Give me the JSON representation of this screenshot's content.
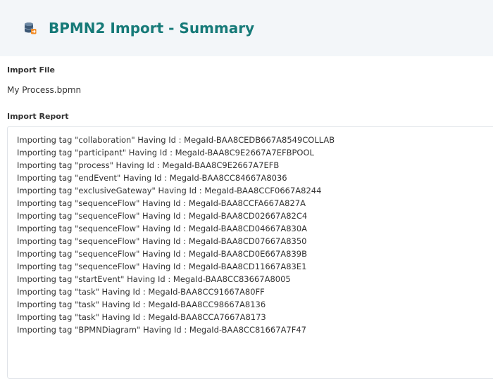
{
  "header": {
    "title": "BPMN2 Import - Summary",
    "icon": "database-import-icon",
    "title_color": "#167a78",
    "background": "#f3f6f9"
  },
  "import_file": {
    "label": "Import File",
    "value": "My Process.bpmn"
  },
  "import_report": {
    "label": "Import Report",
    "lines": [
      "Importing tag \"collaboration\" Having Id : MegaId-BAA8CEDB667A8549COLLAB",
      "Importing tag \"participant\" Having Id : MegaId-BAA8C9E2667A7EFBPOOL",
      "Importing tag \"process\" Having Id : MegaId-BAA8C9E2667A7EFB",
      "Importing tag \"endEvent\" Having Id : MegaId-BAA8CC84667A8036",
      "Importing tag \"exclusiveGateway\" Having Id : MegaId-BAA8CCF0667A8244",
      "Importing tag \"sequenceFlow\" Having Id : MegaId-BAA8CCFA667A827A",
      "Importing tag \"sequenceFlow\" Having Id : MegaId-BAA8CD02667A82C4",
      "Importing tag \"sequenceFlow\" Having Id : MegaId-BAA8CD04667A830A",
      "Importing tag \"sequenceFlow\" Having Id : MegaId-BAA8CD07667A8350",
      "Importing tag \"sequenceFlow\" Having Id : MegaId-BAA8CD0E667A839B",
      "Importing tag \"sequenceFlow\" Having Id : MegaId-BAA8CD11667A83E1",
      "Importing tag \"startEvent\" Having Id : MegaId-BAA8CC83667A8005",
      "Importing tag \"task\" Having Id : MegaId-BAA8CC91667A80FF",
      "Importing tag \"task\" Having Id : MegaId-BAA8CC98667A8136",
      "Importing tag \"task\" Having Id : MegaId-BAA8CCA7667A8173",
      "Importing tag \"BPMNDiagram\" Having Id : MegaId-BAA8CC81667A7F47"
    ]
  }
}
